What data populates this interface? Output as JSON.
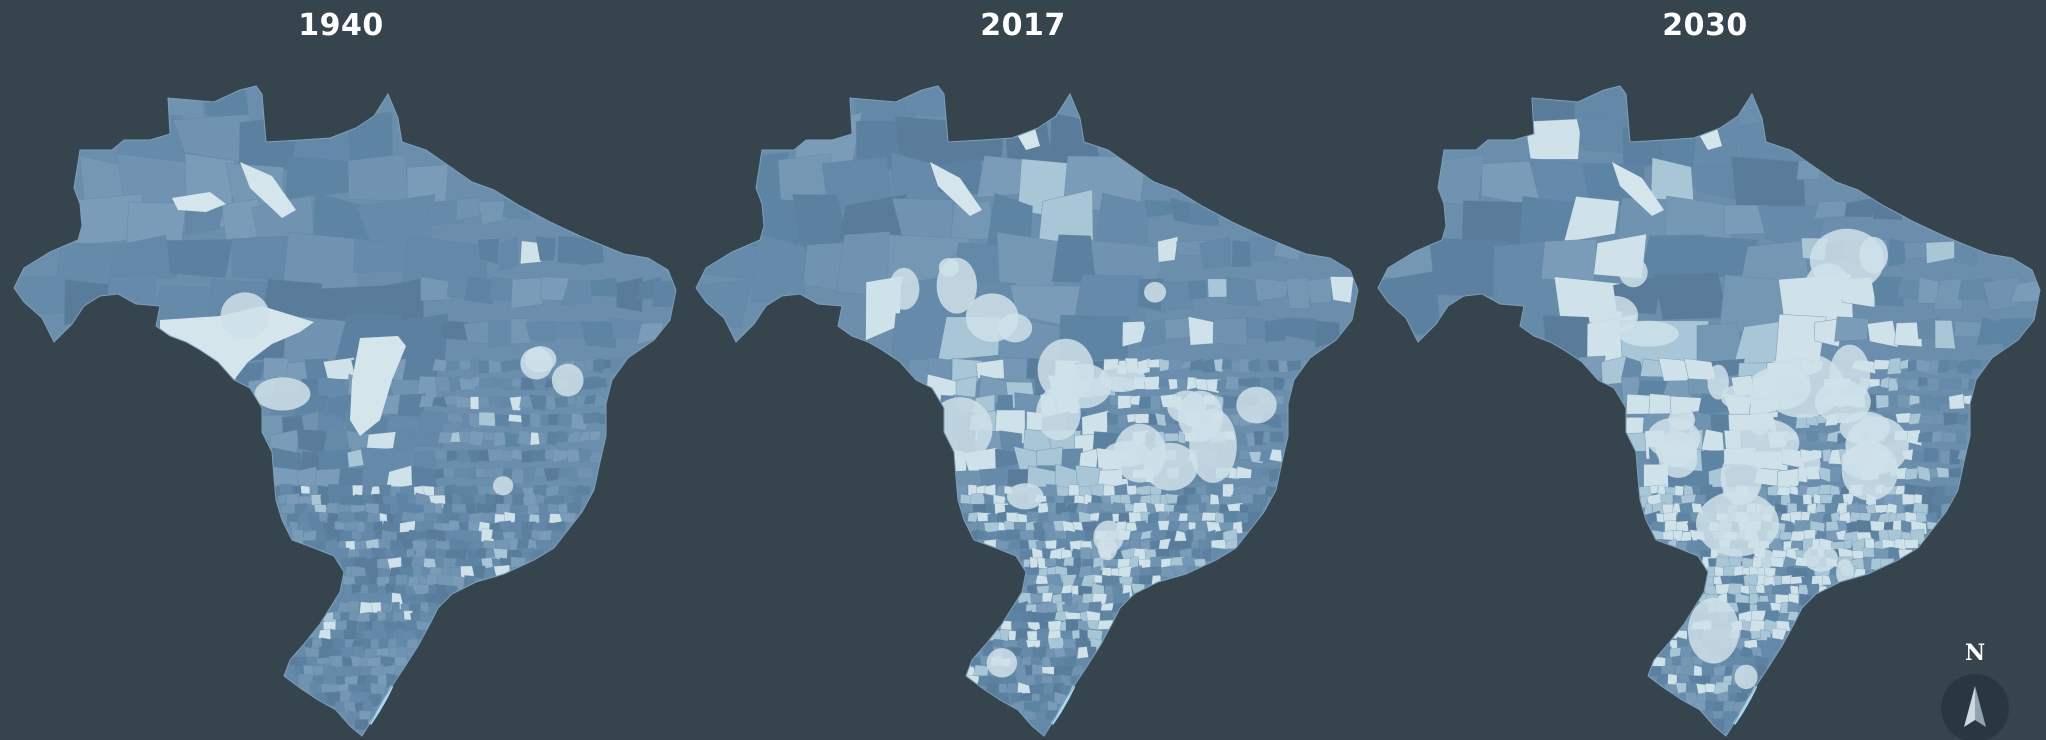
{
  "maps": [
    {
      "id": "m1940",
      "title": "1940",
      "light_regions": 6,
      "seed": 11,
      "fill_light_ratio": 0.04
    },
    {
      "id": "m2017",
      "title": "2017",
      "light_regions": 22,
      "seed": 37,
      "fill_light_ratio": 0.28
    },
    {
      "id": "m2030",
      "title": "2030",
      "light_regions": 30,
      "seed": 73,
      "fill_light_ratio": 0.38
    }
  ],
  "compass": {
    "label": "N"
  },
  "colors": {
    "background": "#36444e",
    "region_dark": "#5a7f9e",
    "region_mid": "#6b8fae",
    "region_light": "#d4e6ec",
    "coast_highlight": "#a9d6ef"
  }
}
